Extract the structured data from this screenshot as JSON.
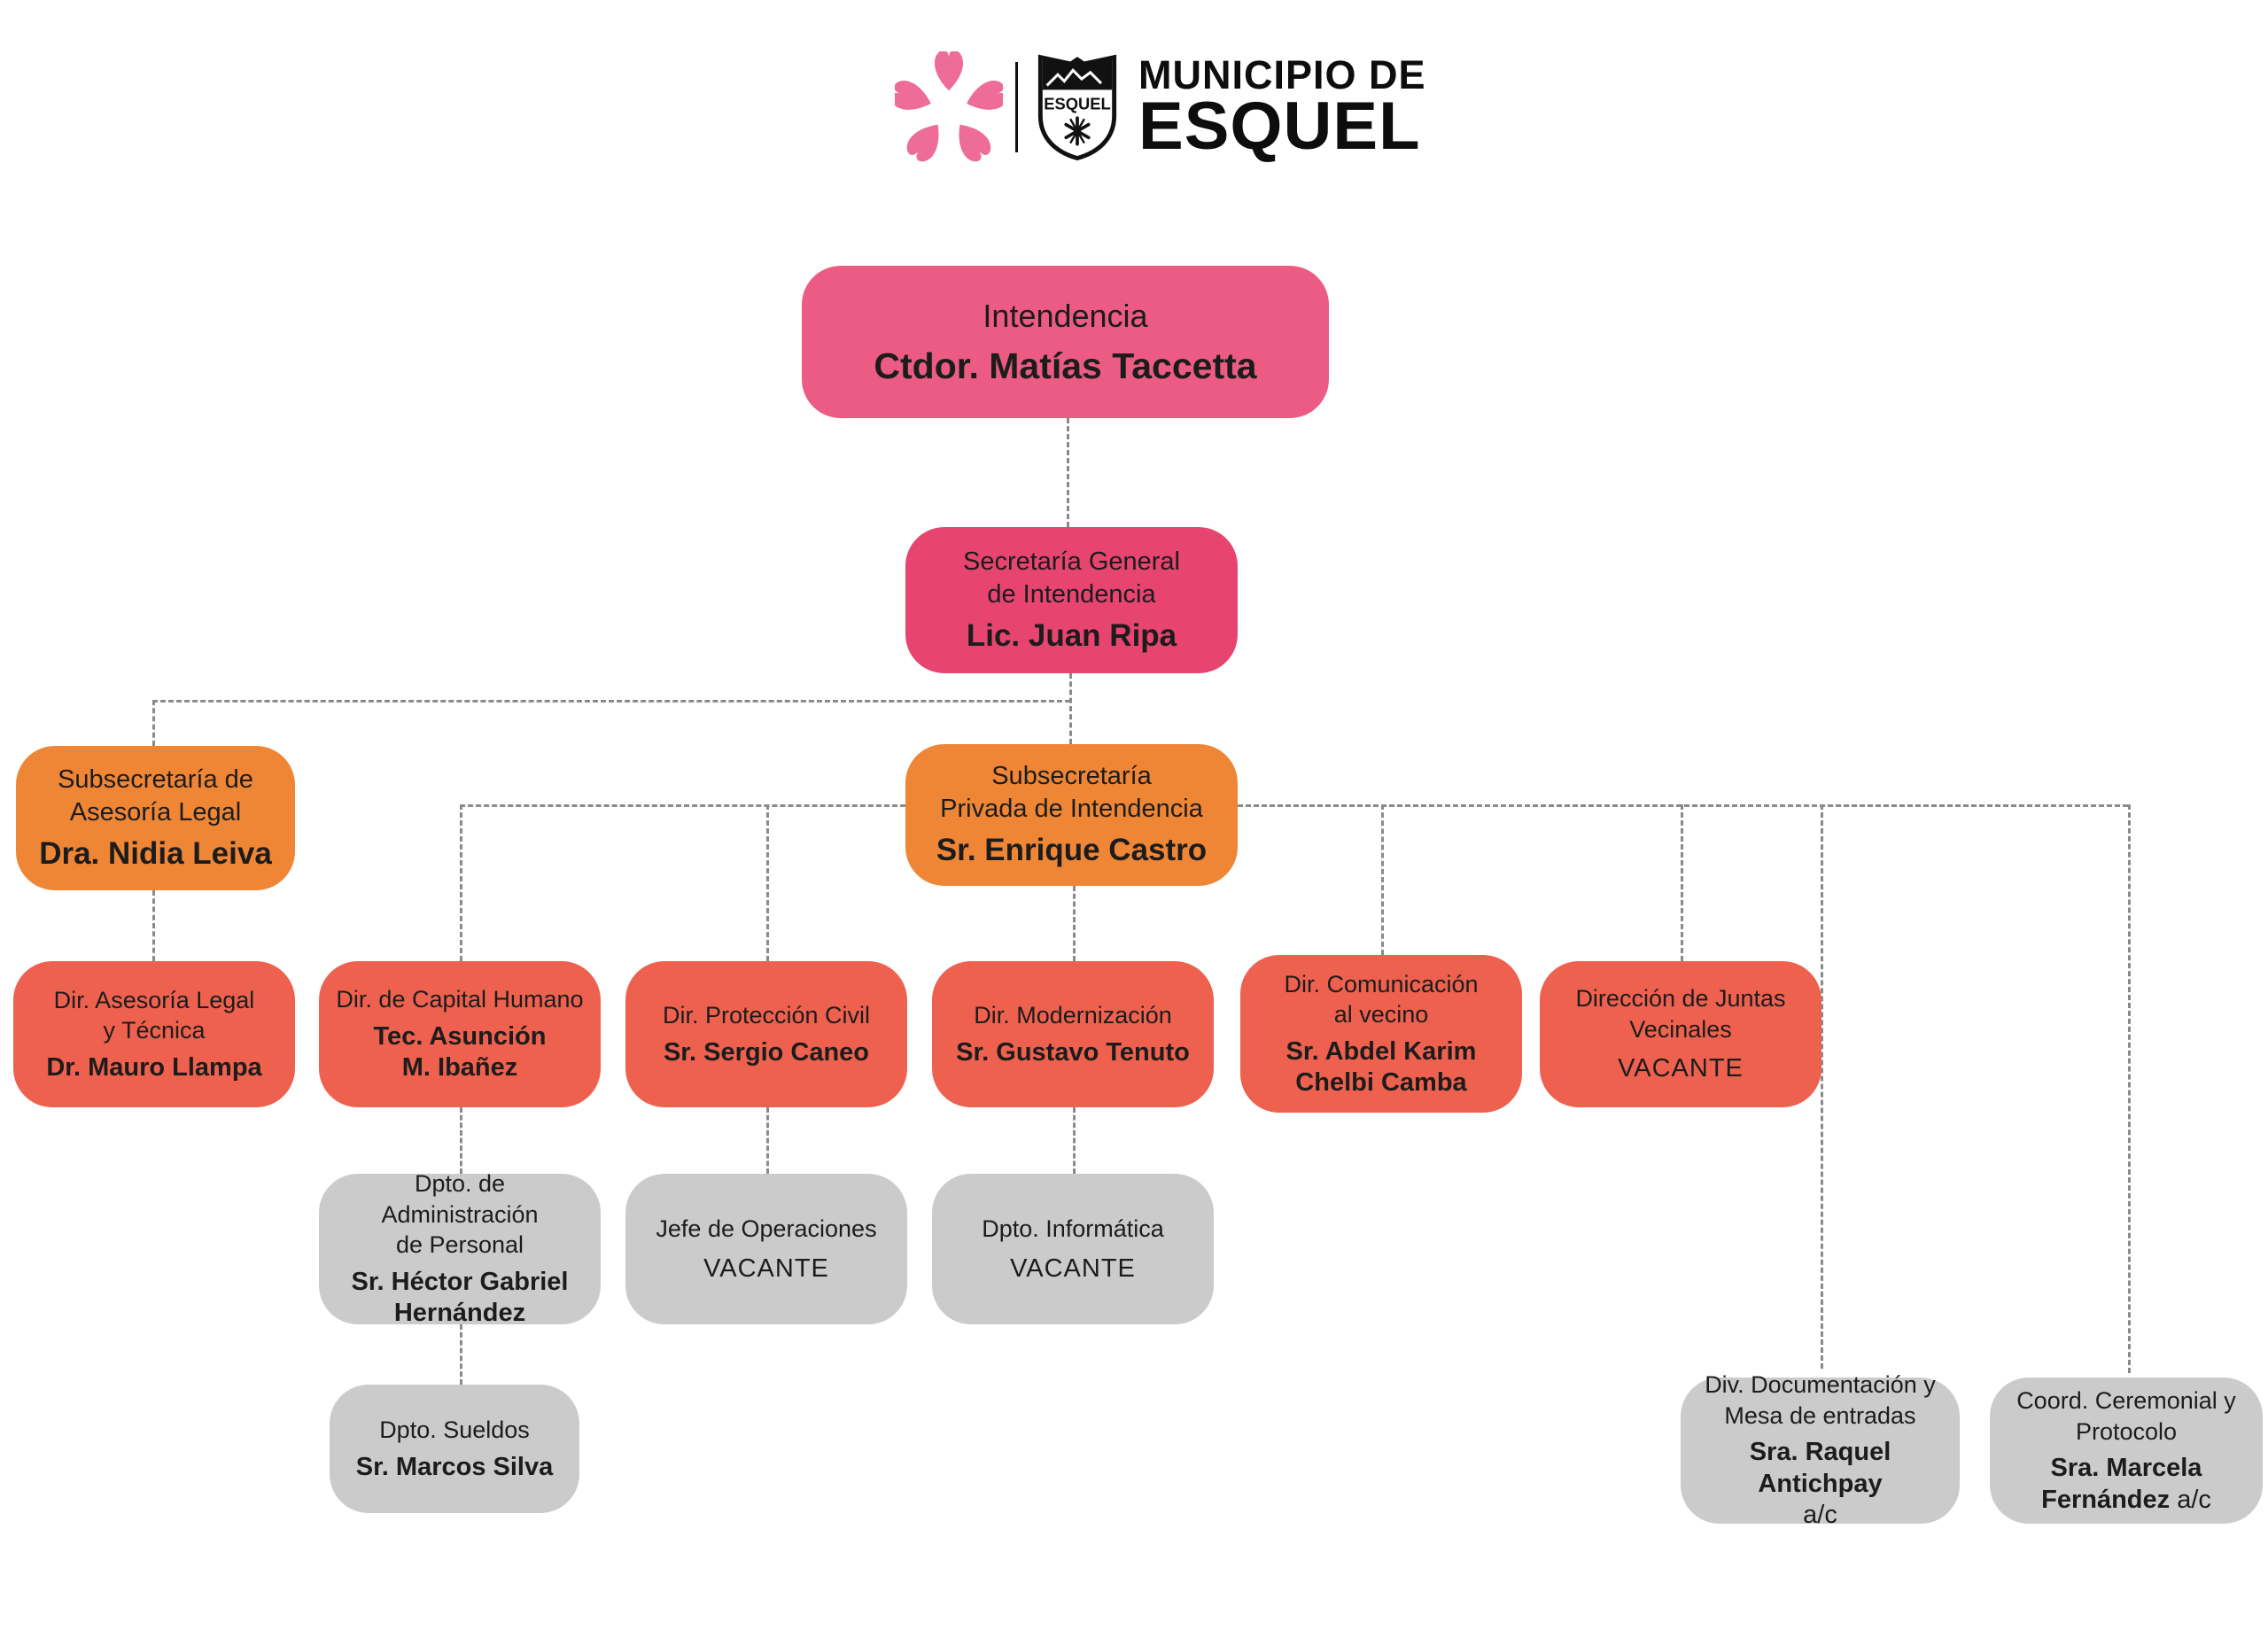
{
  "header": {
    "brand_top": "MUNICIPIO DE",
    "brand_bottom": "ESQUEL",
    "shield_label": "ESQUEL",
    "flower_color": "#ED6C98",
    "brand_text_color": "#0D0D0D"
  },
  "palette": {
    "intendencia_pink": "#EC5B84",
    "secretaria_crimson": "#E74470",
    "subsecretaria_orange": "#EF8636",
    "direccion_red": "#EE614E",
    "departamento_gray": "#CBCBCB",
    "connector_gray": "#8A8A8A"
  },
  "nodes": {
    "intendencia": {
      "title": "Intendencia",
      "name": "Ctdor. Matías Taccetta"
    },
    "secretaria_general": {
      "title": "Secretaría General\nde Intendencia",
      "name": "Lic. Juan Ripa"
    },
    "subsec_asesoria_legal": {
      "title": "Subsecretaría de\nAsesoría Legal",
      "name": "Dra. Nidia Leiva"
    },
    "subsec_privada": {
      "title": "Subsecretaría\nPrivada de Intendencia",
      "name": "Sr. Enrique Castro"
    },
    "dir_asesoria_legal": {
      "title": "Dir. Asesoría Legal\ny Técnica",
      "name": "Dr. Mauro Llampa"
    },
    "dir_capital_humano": {
      "title": "Dir. de Capital Humano",
      "name": "Tec. Asunción\nM. Ibañez"
    },
    "dir_proteccion_civil": {
      "title": "Dir. Protección Civil",
      "name": "Sr. Sergio Caneo"
    },
    "dir_modernizacion": {
      "title": "Dir. Modernización",
      "name": "Sr. Gustavo Tenuto"
    },
    "dir_comunicacion": {
      "title": "Dir. Comunicación\nal vecino",
      "name": "Sr. Abdel Karim\nChelbi Camba"
    },
    "dir_juntas_vecinales": {
      "title": "Dirección de Juntas\nVecinales",
      "name": "VACANTE"
    },
    "dpto_administracion": {
      "title": "Dpto. de Administración\nde Personal",
      "name": "Sr. Héctor Gabriel\nHernández"
    },
    "jefe_operaciones": {
      "title": "Jefe de Operaciones",
      "name": "VACANTE"
    },
    "dpto_informatica": {
      "title": "Dpto. Informática",
      "name": "VACANTE"
    },
    "dpto_sueldos": {
      "title": "Dpto. Sueldos",
      "name": "Sr. Marcos Silva"
    },
    "div_documentacion": {
      "title": "Div. Documentación y\nMesa de entradas",
      "name": "Sra. Raquel Antichpay",
      "suffix": "a/c"
    },
    "coord_ceremonial": {
      "title": "Coord. Ceremonial y\nProtocolo",
      "name": "Sra. Marcela\nFernández",
      "suffix": "a/c"
    }
  }
}
